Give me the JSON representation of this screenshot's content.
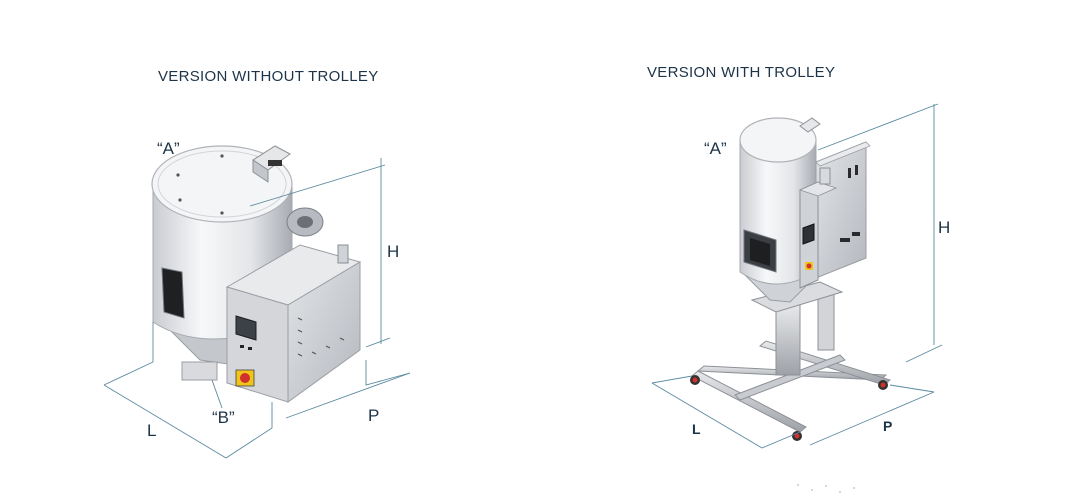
{
  "left": {
    "title": "VERSION WITHOUT TROLLEY",
    "labels": {
      "a": "“A”",
      "b": "“B”",
      "h": "H",
      "l": "L",
      "p": "P"
    }
  },
  "right": {
    "title": "VERSION WITH TROLLEY",
    "labels": {
      "a": "“A”",
      "h": "H",
      "l": "L",
      "p": "P"
    }
  },
  "colors": {
    "dimension_line": "#5a8aa0",
    "text": "#1d3448",
    "body_light": "#f1f2f4",
    "body_shade": "#b9bcc2",
    "panel": "#c8cbd0",
    "dark": "#2a2a2c",
    "red": "#d0312d",
    "yellow": "#f0c419"
  }
}
